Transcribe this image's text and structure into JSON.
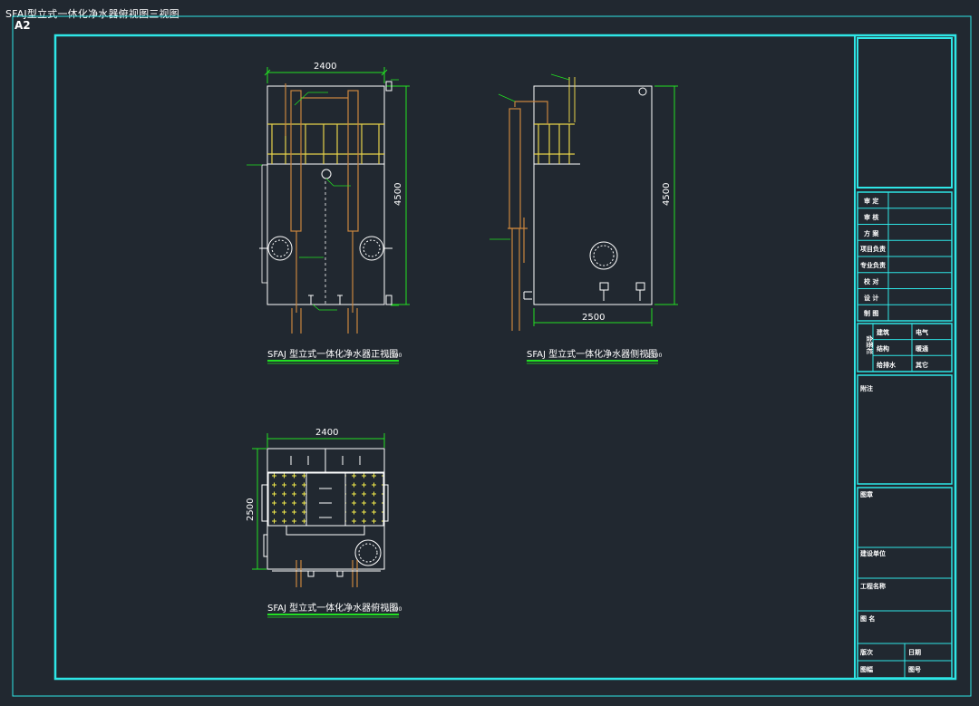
{
  "sheet": {
    "title": "SFAJ型立式一体化净水器俯视图三视图",
    "size": "A2"
  },
  "views": {
    "front": {
      "caption": "SFAJ 型立式一体化净水器正视图",
      "scale": "1:100",
      "width_dim": "2400",
      "height_dim": "4500"
    },
    "side": {
      "caption": "SFAJ 型立式一体化净水器侧视图",
      "scale": "1:100",
      "width_dim": "2500",
      "height_dim": "4500"
    },
    "top": {
      "caption": "SFAJ 型立式一体化净水器俯视图",
      "scale": "1:100",
      "width_dim": "2400",
      "height_dim": "2500"
    }
  },
  "title_block": {
    "approval_rows": [
      "审 定",
      "审 核",
      "方 案",
      "项目负责",
      "专业负责",
      "校 对",
      "设 计",
      "制 图"
    ],
    "countersign": {
      "label": "会签栏",
      "cells": [
        "建筑",
        "电气",
        "结构",
        "暖通",
        "给排水",
        "其它"
      ]
    },
    "remarks_label": "附注",
    "stamp_label": "图章",
    "client_label": "建设单位",
    "project_label": "工程名称",
    "drawing_name_label": "图 名",
    "version_label": "版次",
    "date_label": "日期",
    "sheet_label": "图幅",
    "number_label": "图号"
  },
  "colors": {
    "background": "#212830",
    "frame": "#2ee6e6",
    "equipment": "#ffffff",
    "pipe": "#c9853f",
    "railing": "#e6d24a",
    "dimension": "#22e022",
    "fill": "#f0e84a"
  }
}
